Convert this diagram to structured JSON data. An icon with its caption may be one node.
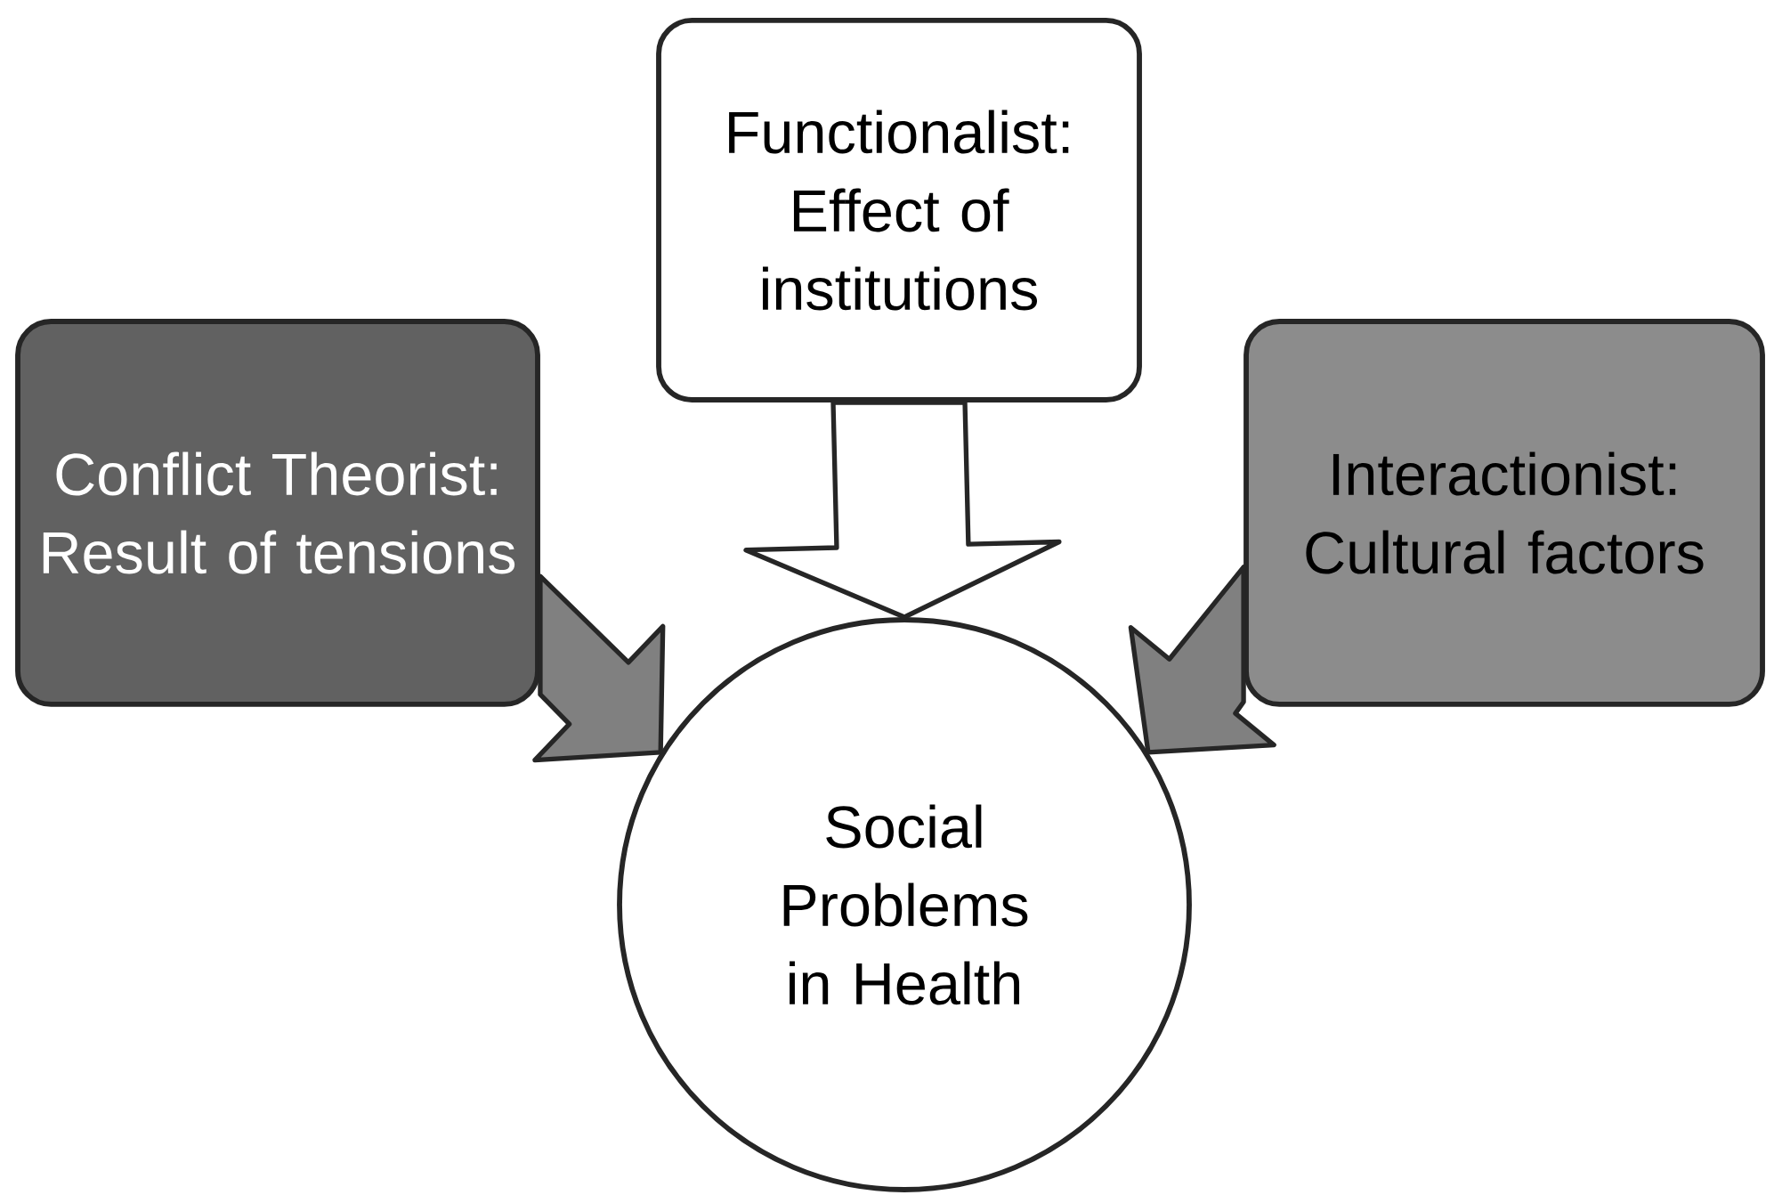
{
  "diagram": {
    "nodes": [
      {
        "text": [
          "Functionalist: Effect of institutions"
        ]
      },
      {
        "text": [
          "Conflict Theorist: Result of tensions"
        ]
      },
      {
        "text": [
          "Interactionist: Cultural factors"
        ]
      },
      {
        "text": [
          "Social Problems in Health"
        ]
      }
    ],
    "edges": [
      {
        "from": 0,
        "to": 3,
        "arrow": "to",
        "color": "#ffffff"
      },
      {
        "from": 1,
        "to": 3,
        "arrow": "to"
      },
      {
        "from": 2,
        "to": 3,
        "arrow": "to"
      }
    ]
  }
}
